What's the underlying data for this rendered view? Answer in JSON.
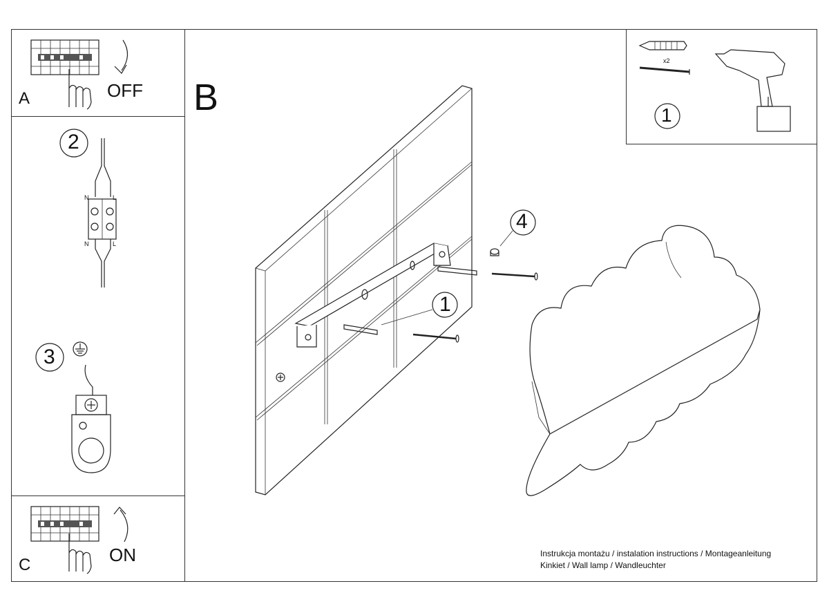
{
  "panel_a": {
    "letter": "A",
    "state": "OFF"
  },
  "panel_b": {
    "letter": "B"
  },
  "panel_c": {
    "letter": "C",
    "state": "ON"
  },
  "step2": {
    "number": "2",
    "terminal_labels": [
      "N",
      "L",
      "N",
      "L"
    ]
  },
  "step3": {
    "number": "3"
  },
  "tools": {
    "number": "1",
    "quantity": "x2"
  },
  "callouts": {
    "screw_callout": "1",
    "cap_callout": "4"
  },
  "footer": {
    "line1": "Instrukcja montażu / instalation instructions / Montageanleitung",
    "line2": "Kinkiet / Wall lamp / Wandleuchter"
  },
  "icons": [
    "circuit-breaker-icon",
    "hand-icon",
    "arrow-icon",
    "ground-symbol-icon",
    "drill-icon",
    "wall-plug-icon",
    "screw-icon"
  ]
}
